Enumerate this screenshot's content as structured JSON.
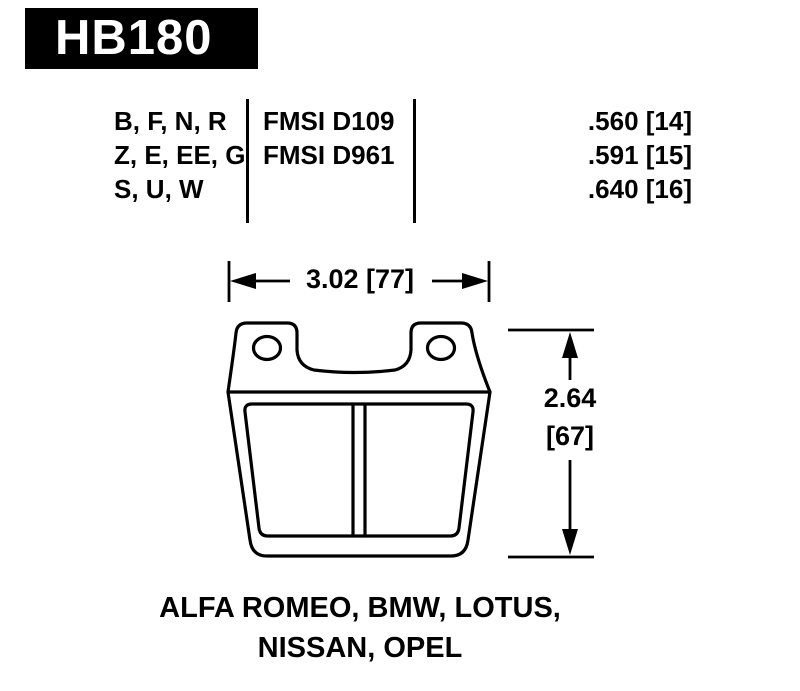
{
  "header": {
    "part_number": "HB180"
  },
  "spec_table": {
    "compounds": [
      "B, F, N, R",
      "Z, E, EE, G",
      "S, U, W"
    ],
    "fmsi": [
      "FMSI D109",
      "FMSI D961"
    ],
    "thicknesses": [
      ".560 [14]",
      ".591 [15]",
      ".640 [16]"
    ]
  },
  "dimensions": {
    "width_label": "3.02 [77]",
    "height_inches": "2.64",
    "height_mm": "[67]"
  },
  "applications": {
    "line1": "ALFA ROMEO, BMW, LOTUS,",
    "line2": "NISSAN, OPEL"
  },
  "colors": {
    "ink": "#000000",
    "background": "#ffffff",
    "badge_background": "#000000",
    "badge_text": "#ffffff"
  }
}
